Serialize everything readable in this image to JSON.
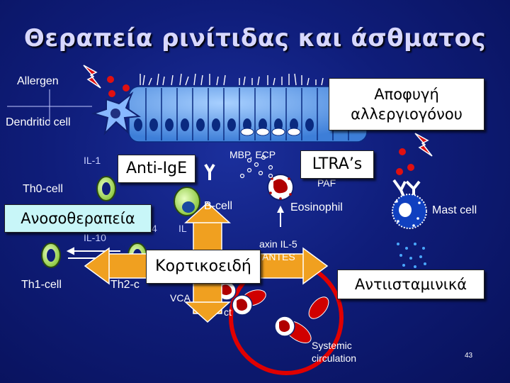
{
  "title": "Θεραπεία ρινίτιδας και άσθματος",
  "labels": {
    "allergen": "Allergen",
    "dendritic_cell": "Dendritic cell",
    "il1": "IL-1",
    "th0_cell": "Th0-cell",
    "il10": "IL-10",
    "th1_cell": "Th1-cell",
    "th2_cell": "Th2-c",
    "b_cell": "B-cell",
    "mbp_ecp": "MBP, ECP",
    "paf": "PAF",
    "eosinophil": "Eosinophil",
    "mast_cell": "Mast cell",
    "eotaxin_il5": "axin  IL-5",
    "rantes": "ANTES",
    "vca": "VCA",
    "ct": "ct",
    "il4_fragment": "4",
    "il_fragment": "IL",
    "systemic_circulation": "Systemic\ncirculation",
    "page_number": "43"
  },
  "boxes": {
    "allergen_avoidance": "Αποφυγή\nαλλεργιογόνου",
    "anti_ige": "Anti-IgE",
    "ltras": "LTRA’s",
    "immunotherapy": "Ανοσοθεραπεία",
    "corticosteroids": "Κορτικοειδή",
    "antihistamines": "Αντιισταμινικά"
  },
  "colors": {
    "epithelium": "#5b9bd5",
    "arrow": "#f0a020",
    "cell_green": "#c8f08c",
    "eosinophil_red": "#b00000",
    "mast_cell_blue": "#1040c0",
    "allergen_red": "#e01010"
  }
}
